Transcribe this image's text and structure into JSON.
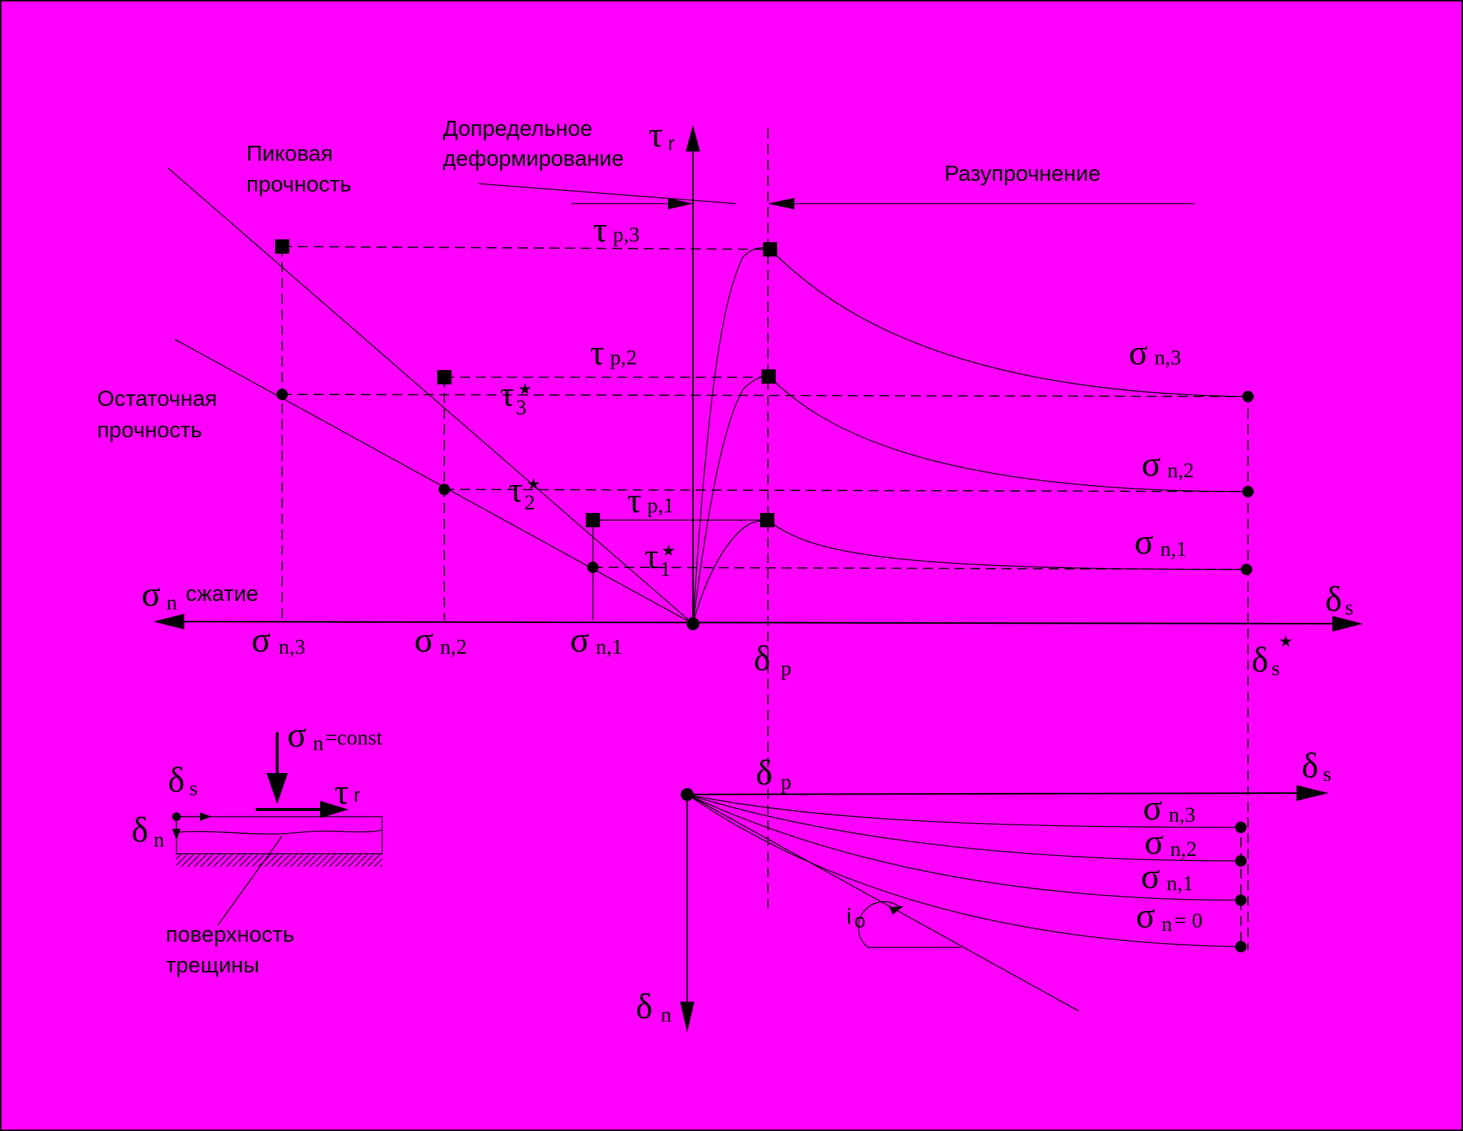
{
  "colors": {
    "background": "#ff00ff",
    "ink": "#000000",
    "frame": "#000000"
  },
  "labels": {
    "pre_peak_1": "Допредельное",
    "pre_peak_2": "деформирование",
    "softening": "Разупрочнение",
    "peak_strength_1": "Пиковая",
    "peak_strength_2": "прочность",
    "residual_strength_1": "Остаточная",
    "residual_strength_2": "прочность",
    "compression": "сжатие",
    "crack_surface_1": "поверхность",
    "crack_surface_2": "трещины"
  },
  "symbols": {
    "tau": "τ",
    "sigma": "σ",
    "delta": "δ",
    "star": "★",
    "sub_r": "r",
    "sub_s": "s",
    "sub_p": "p",
    "sub_n": "n",
    "sub_p3": "p,3",
    "sub_p2": "p,2",
    "sub_p1": "p,1",
    "sub_n3": "n,3",
    "sub_n2": "n,2",
    "sub_n1": "n,1",
    "sub_3": "3",
    "sub_2": "2",
    "sub_1": "1",
    "eq_const": "=const",
    "eq_zero": "= 0",
    "dilation_angle": "i",
    "sub_o": "o"
  }
}
